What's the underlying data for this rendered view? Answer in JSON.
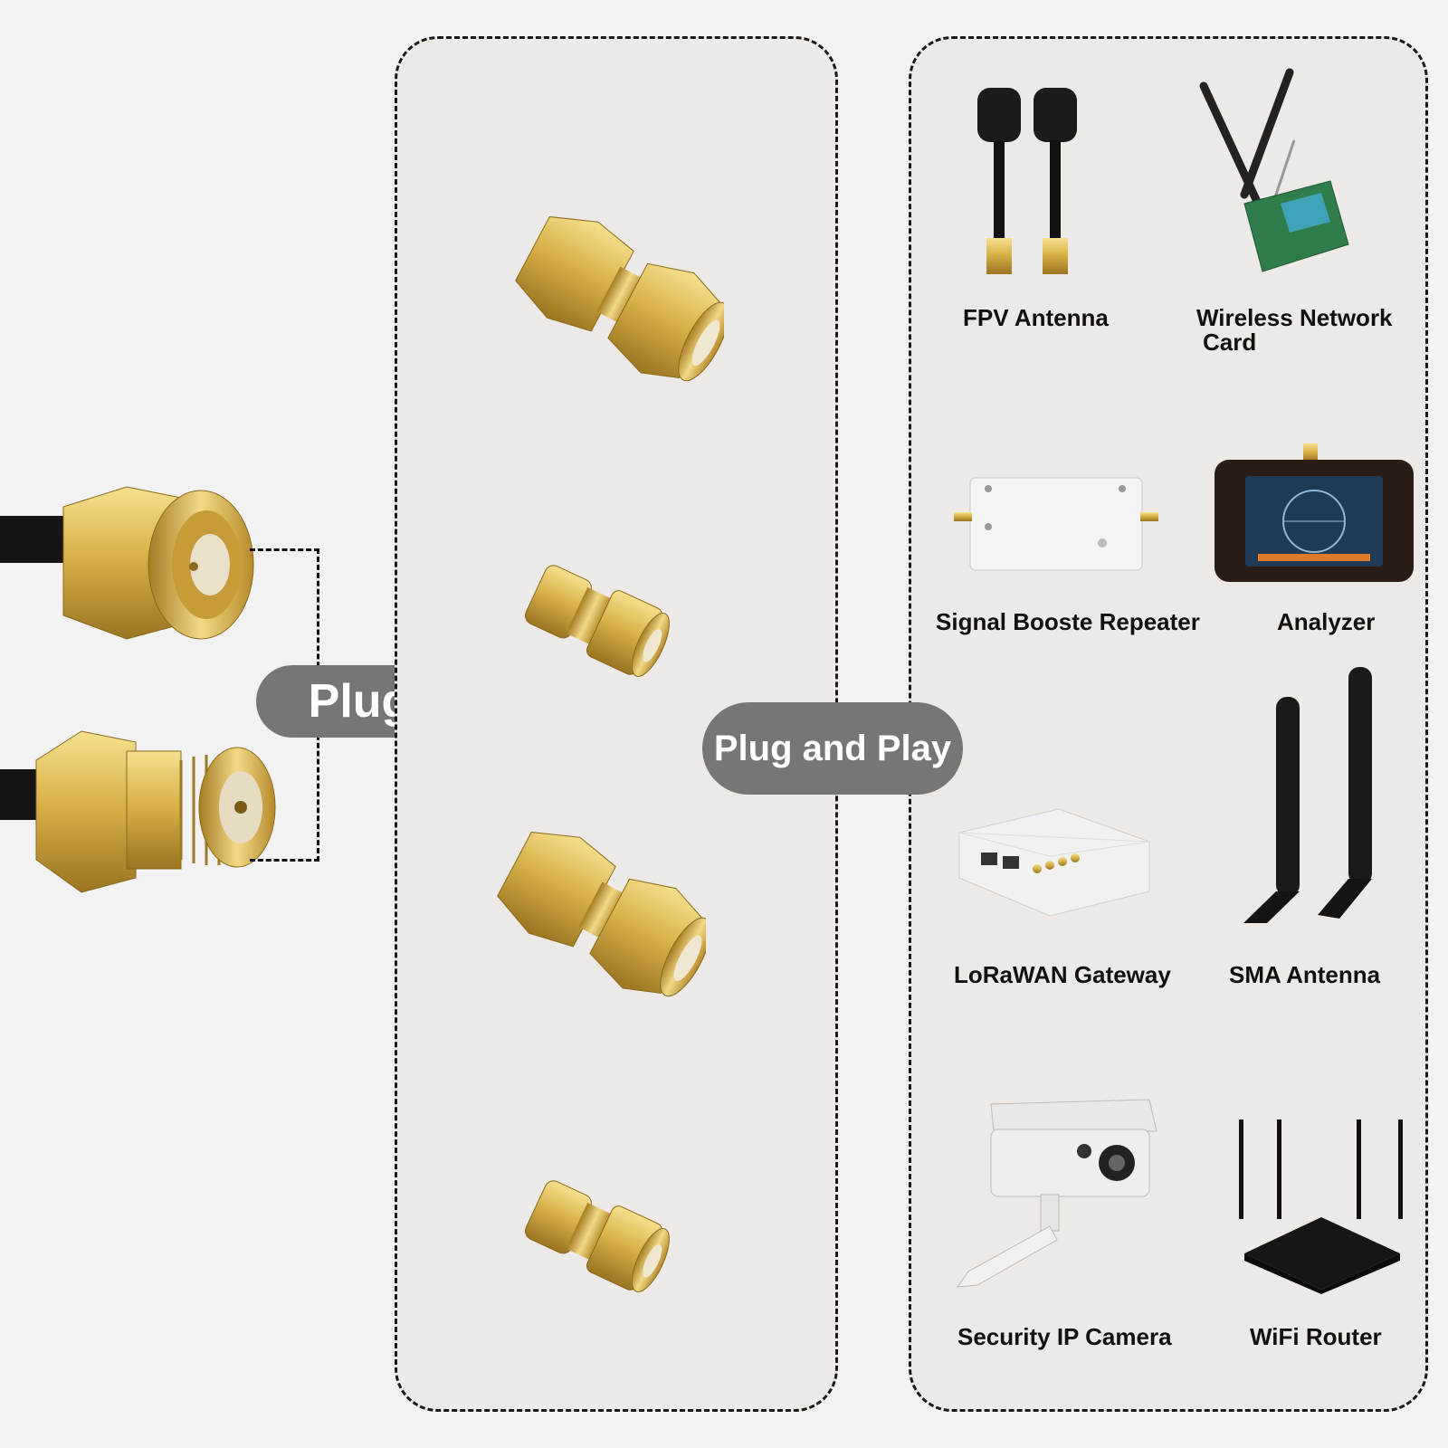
{
  "left": {
    "plug_label": "Plug"
  },
  "center": {
    "badge_label": "Plug and Play"
  },
  "devices": [
    {
      "label": "FPV Antenna",
      "icon": "fpv-antenna-icon"
    },
    {
      "label": "Wireless Network",
      "label_line2": "Card",
      "icon": "network-card-icon"
    },
    {
      "label": "Signal Booste Repeater",
      "icon": "signal-booster-icon"
    },
    {
      "label": "Analyzer",
      "icon": "analyzer-icon"
    },
    {
      "label": "LoRaWAN Gateway",
      "icon": "gateway-icon"
    },
    {
      "label": "SMA Antenna",
      "icon": "sma-antenna-icon"
    },
    {
      "label": "Security IP Camera",
      "icon": "camera-icon"
    },
    {
      "label": "WiFi Router",
      "icon": "router-icon"
    }
  ],
  "colors": {
    "gold": "#d9b24a",
    "pill": "#767676",
    "panel": "#ece9e6",
    "background": "#f2f2f2"
  }
}
